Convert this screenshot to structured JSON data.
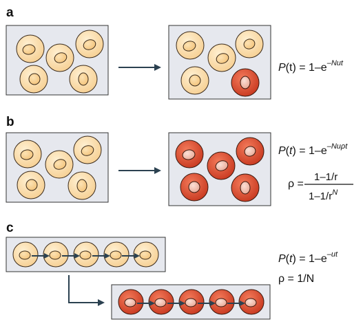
{
  "panels": {
    "a": {
      "letter": "a",
      "eq1_lhs": "P(t) = 1–e",
      "eq1_sup": "–Nut"
    },
    "b": {
      "letter": "b",
      "eq1_lhs": "P(t) = 1–e",
      "eq1_sup": "–Nuρt",
      "rho_lhs": "ρ =",
      "frac_num": "1–1/r",
      "frac_den_base": "1–1/r",
      "frac_den_sup": "N"
    },
    "c": {
      "letter": "c",
      "eq1_lhs": "P(t) = 1–e",
      "eq1_sup": "–ut",
      "eq2": "ρ = 1/N"
    }
  },
  "colors": {
    "box_fill": "#e6e8ee",
    "box_stroke": "#333333",
    "cell_outer": "#fbe2b5",
    "cell_inner": "#fcd9a0",
    "cell_stroke": "#3a2a1a",
    "mutant_outer": "#e05a3c",
    "mutant_inner": "#f6c3b0",
    "arrow": "#2b4150"
  }
}
